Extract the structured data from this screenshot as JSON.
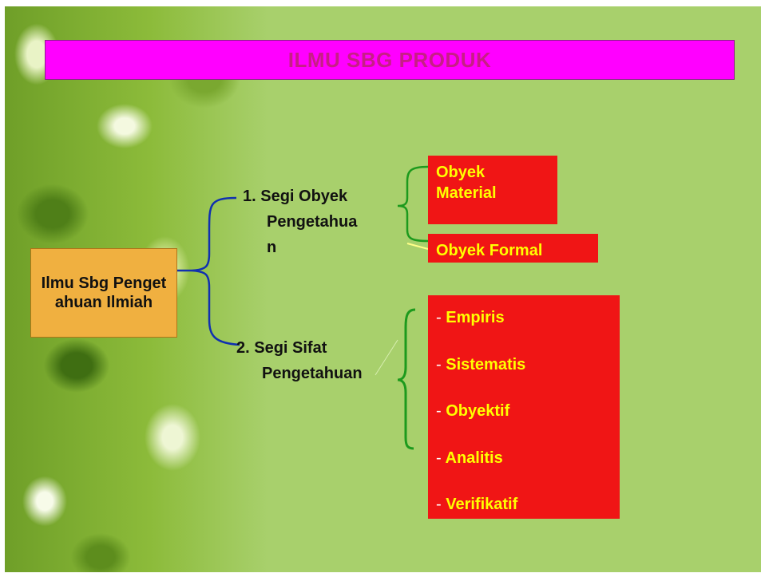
{
  "title": "ILMU SBG PRODUK",
  "root": "Ilmu Sbg Pengetahuan Ilmiah",
  "branch_1": {
    "line1": "1.  Segi Obyek",
    "line2": "Pengetahua",
    "line3": "n"
  },
  "branch_2": {
    "line1": "2.  Segi Sifat",
    "line2": "Pengetahuan"
  },
  "obyek_material": "Obyek Material",
  "obyek_formal": "Obyek Formal",
  "sifat_items": [
    "Empiris",
    "Sistematis",
    "Obyektif",
    "Analitis",
    "Verifikatif"
  ],
  "bullet": "-",
  "colors": {
    "title_bg": "#ff00ff",
    "title_text": "#c71e85",
    "root_bg": "#f0b040",
    "leaf_bg": "#f01515",
    "leaf_text": "#ffff00",
    "slide_bg": "#a8d06c"
  }
}
